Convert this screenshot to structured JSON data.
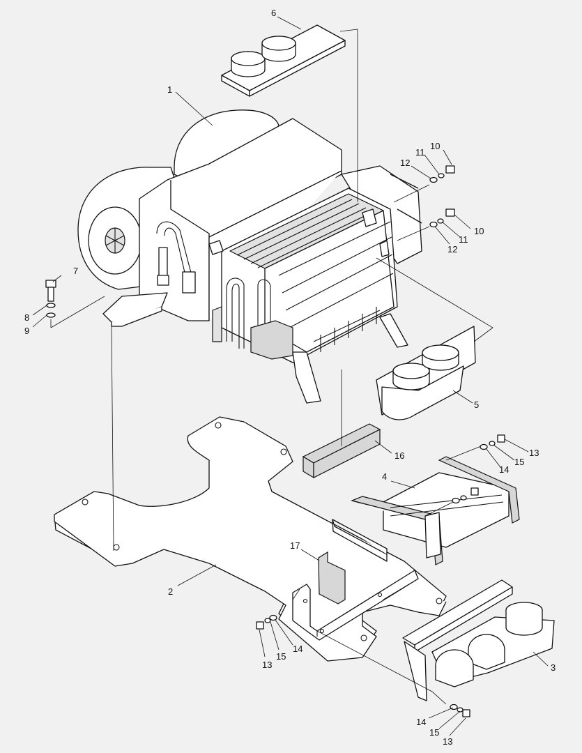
{
  "callouts": [
    {
      "id": "c1",
      "text": "1"
    },
    {
      "id": "c2",
      "text": "2"
    },
    {
      "id": "c3",
      "text": "3"
    },
    {
      "id": "c4",
      "text": "4"
    },
    {
      "id": "c5",
      "text": "5"
    },
    {
      "id": "c6",
      "text": "6"
    },
    {
      "id": "c7",
      "text": "7"
    },
    {
      "id": "c8",
      "text": "8"
    },
    {
      "id": "c9",
      "text": "9"
    },
    {
      "id": "c10a",
      "text": "10"
    },
    {
      "id": "c11a",
      "text": "11"
    },
    {
      "id": "c12a",
      "text": "12"
    },
    {
      "id": "c10b",
      "text": "10"
    },
    {
      "id": "c11b",
      "text": "11"
    },
    {
      "id": "c12b",
      "text": "12"
    },
    {
      "id": "c13a",
      "text": "13"
    },
    {
      "id": "c14a",
      "text": "14"
    },
    {
      "id": "c15a",
      "text": "15"
    },
    {
      "id": "c16",
      "text": "16"
    },
    {
      "id": "c17",
      "text": "17"
    },
    {
      "id": "c13b",
      "text": "13"
    },
    {
      "id": "c15b",
      "text": "15"
    },
    {
      "id": "c14b",
      "text": "14"
    },
    {
      "id": "c14c",
      "text": "14"
    },
    {
      "id": "c15c",
      "text": "15"
    },
    {
      "id": "c13c",
      "text": "13"
    }
  ]
}
